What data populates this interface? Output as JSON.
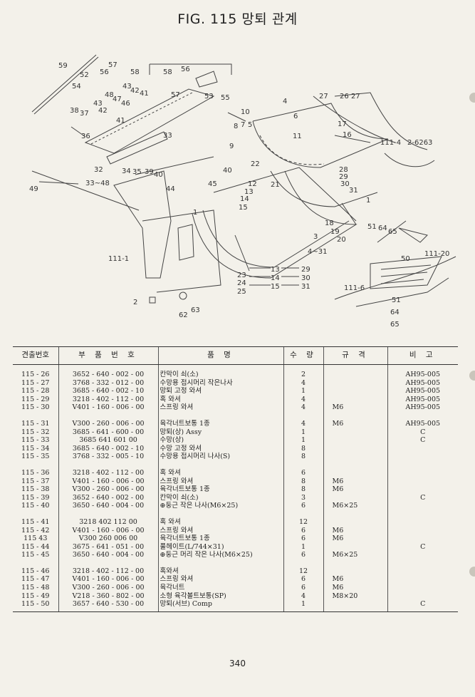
{
  "title": "FIG. 115 망퇴 관계",
  "page_number": "340",
  "diagram_labels": {
    "l59": "59",
    "l52": "52",
    "l57a": "57",
    "l56a": "56",
    "l58a": "58",
    "l58b": "58",
    "l56b": "56",
    "l54": "54",
    "l57b": "57",
    "l53": "53",
    "l55": "55",
    "l43a": "43",
    "l42": "42",
    "l41a": "41",
    "l48": "48",
    "l47": "47",
    "l46": "46",
    "l43b": "43",
    "l42b": "42",
    "l41b": "41",
    "l38": "38",
    "l37": "37",
    "l36": "36",
    "l33": "33",
    "l32": "32",
    "l3348": "33~48",
    "l34": "34",
    "l35": "35",
    "l39": "39",
    "l40a": "40",
    "l40b": "40",
    "l44": "44",
    "l45": "45",
    "l49": "49",
    "l10": "10",
    "l8": "8",
    "l7": "7",
    "l5": "5",
    "l9": "9",
    "l4": "4",
    "l6": "6",
    "l11": "11",
    "l27a": "27",
    "l26": "26",
    "l27b": "27",
    "l17": "17",
    "l16": "16",
    "l111_4": "111-4",
    "l2_6263": "2-6263",
    "l22": "22",
    "l28": "28",
    "l29a": "29",
    "l30a": "30",
    "l31a": "31",
    "l12": "12",
    "l13a": "13",
    "l14a": "14",
    "l15a": "15",
    "l21": "21",
    "l1a": "1",
    "l1b": "1",
    "l18": "18",
    "l19": "19",
    "l20": "20",
    "l3": "3",
    "l4_31": "4~31",
    "l111_1": "111-1",
    "l23": "23",
    "l24": "24",
    "l25": "25",
    "l13b": "13",
    "l14b": "14",
    "l15b": "15",
    "l29b": "29",
    "l30b": "30",
    "l31b": "31",
    "l2": "2",
    "l62": "62",
    "l63": "63",
    "l51a": "51",
    "l64a": "64",
    "l65a": "65",
    "l111_20": "111-20",
    "l50": "50",
    "l111_6": "111-6",
    "l51b": "51",
    "l64b": "64",
    "l65b": "65"
  },
  "table": {
    "headers": [
      "견출번호",
      "부 품 번 호",
      "품 명",
      "수 량",
      "규 격",
      "비 고"
    ],
    "groups": [
      [
        {
          "no": "115 - 26",
          "part": "3652 - 640 - 002 - 00",
          "name": "칸막이 쇠(소)",
          "qty": "2",
          "spec": "",
          "remark": "AH95-005"
        },
        {
          "no": "115 - 27",
          "part": "3768 - 332 - 012 - 00",
          "name": "수망용 접시머리 작은나사",
          "qty": "4",
          "spec": "",
          "remark": "AH95-005"
        },
        {
          "no": "115 - 28",
          "part": "3685 - 640 - 002 - 10",
          "name": "망퇴 고정 와셔",
          "qty": "1",
          "spec": "",
          "remark": "AH95-005"
        },
        {
          "no": "115 - 29",
          "part": "3218 - 402 - 112 - 00",
          "name": "혹 와셔",
          "qty": "4",
          "spec": "",
          "remark": "AH95-005"
        },
        {
          "no": "115 - 30",
          "part": "V401 - 160 - 006 - 00",
          "name": "스프링 와셔",
          "qty": "4",
          "spec": "M6",
          "remark": "AH95-005"
        }
      ],
      [
        {
          "no": "115 - 31",
          "part": "V300 - 260 - 006 - 00",
          "name": "육각너트보통 1종",
          "qty": "4",
          "spec": "M6",
          "remark": "AH95-005"
        },
        {
          "no": "115 - 32",
          "part": "3685 - 641 - 600 - 00",
          "name": "망퇴(상) Assy",
          "qty": "1",
          "spec": "",
          "remark": "C"
        },
        {
          "no": "115 - 33",
          "part": "3685 641 601 00",
          "name": "수망(상)",
          "qty": "1",
          "spec": "",
          "remark": "C"
        },
        {
          "no": "115 - 34",
          "part": "3685 - 640 - 002 - 10",
          "name": "수망 고정 와셔",
          "qty": "8",
          "spec": "",
          "remark": ""
        },
        {
          "no": "115 - 35",
          "part": "3768 - 332 - 005 - 10",
          "name": "수망용 접시머리 나사(S)",
          "qty": "8",
          "spec": "",
          "remark": ""
        }
      ],
      [
        {
          "no": "115 - 36",
          "part": "3218 - 402 - 112 - 00",
          "name": "혹 와셔",
          "qty": "6",
          "spec": "",
          "remark": ""
        },
        {
          "no": "115 - 37",
          "part": "V401 - 160 - 006 - 00",
          "name": "스프링 와셔",
          "qty": "8",
          "spec": "M6",
          "remark": ""
        },
        {
          "no": "115 - 38",
          "part": "V300 - 260 - 006 - 00",
          "name": "육각너트보통 1종",
          "qty": "8",
          "spec": "M6",
          "remark": ""
        },
        {
          "no": "115 - 39",
          "part": "3652 - 640 - 002 - 00",
          "name": "칸막이 쇠(소)",
          "qty": "3",
          "spec": "",
          "remark": "C"
        },
        {
          "no": "115 - 40",
          "part": "3650 - 640 - 004 - 00",
          "name": "⊕둥근 작은 나사(M6×25)",
          "qty": "6",
          "spec": "M6×25",
          "remark": ""
        }
      ],
      [
        {
          "no": "115 - 41",
          "part": "3218 402 112 00",
          "name": "혹 와셔",
          "qty": "12",
          "spec": "",
          "remark": ""
        },
        {
          "no": "115 - 42",
          "part": "V401 - 160 - 006 - 00",
          "name": "스프링 와셔",
          "qty": "6",
          "spec": "M6",
          "remark": ""
        },
        {
          "no": "115 43",
          "part": "V300 260 006 00",
          "name": "육각너트보통 1종",
          "qty": "6",
          "spec": "M6",
          "remark": ""
        },
        {
          "no": "115 - 44",
          "part": "3675 - 641 - 051 - 00",
          "name": "풀헤이트(L/744×31)",
          "qty": "1",
          "spec": "",
          "remark": "C"
        },
        {
          "no": "115 - 45",
          "part": "3650 - 640 - 004 - 00",
          "name": "⊕둥근 머리 작은 나사(M6×25)",
          "qty": "6",
          "spec": "M6×25",
          "remark": ""
        }
      ],
      [
        {
          "no": "115 - 46",
          "part": "3218 - 402 - 112 - 00",
          "name": "혹와셔",
          "qty": "12",
          "spec": "",
          "remark": ""
        },
        {
          "no": "115 - 47",
          "part": "V401 - 160 - 006 - 00",
          "name": "스프링 와셔",
          "qty": "6",
          "spec": "M6",
          "remark": ""
        },
        {
          "no": "115 - 48",
          "part": "V300 - 260 - 006 - 00",
          "name": "육각너트",
          "qty": "6",
          "spec": "M6",
          "remark": ""
        },
        {
          "no": "115 - 49",
          "part": "V218 - 360 - 802 - 00",
          "name": "소형 육각볼트보통(SP)",
          "qty": "4",
          "spec": "M8×20",
          "remark": ""
        },
        {
          "no": "115 - 50",
          "part": "3657 - 640 - 530 - 00",
          "name": "망퇴(서브) Comp",
          "qty": "1",
          "spec": "",
          "remark": "C"
        }
      ]
    ]
  }
}
